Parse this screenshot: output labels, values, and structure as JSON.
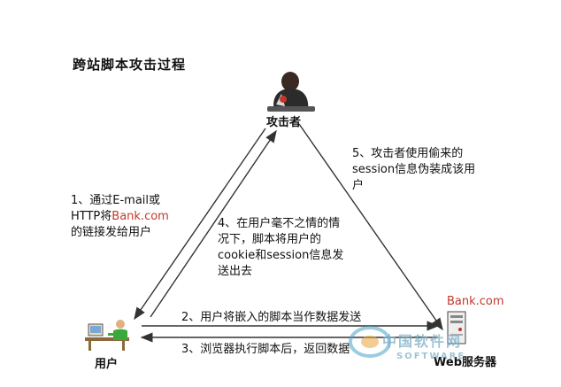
{
  "title": "跨站脚本攻击过程",
  "nodes": {
    "attacker": "攻击者",
    "user": "用户",
    "server": "Web服务器",
    "server_brand": "Bank.com"
  },
  "steps": {
    "step1": {
      "line1": "1、通过E-mail或",
      "line2_prefix": "HTTP将",
      "line2_link": "Bank.com",
      "line3": "的链接发给用户"
    },
    "step2": "2、用户将嵌入的脚本当作数据发送",
    "step3": "3、浏览器执行脚本后，返回数据",
    "step4": [
      "4、在用户毫不之情的情",
      "况下，脚本将用户的",
      "cookie和session信息发",
      "送出去"
    ],
    "step5": [
      "5、攻击者使用偷来的",
      "session信息伪装成该用",
      "户"
    ]
  },
  "watermark": {
    "cn": "中国软件网",
    "en": "SOFTWARE"
  },
  "colors": {
    "line": "#333333",
    "accent": "#c0392b",
    "watermark": "#7fb0c8"
  }
}
